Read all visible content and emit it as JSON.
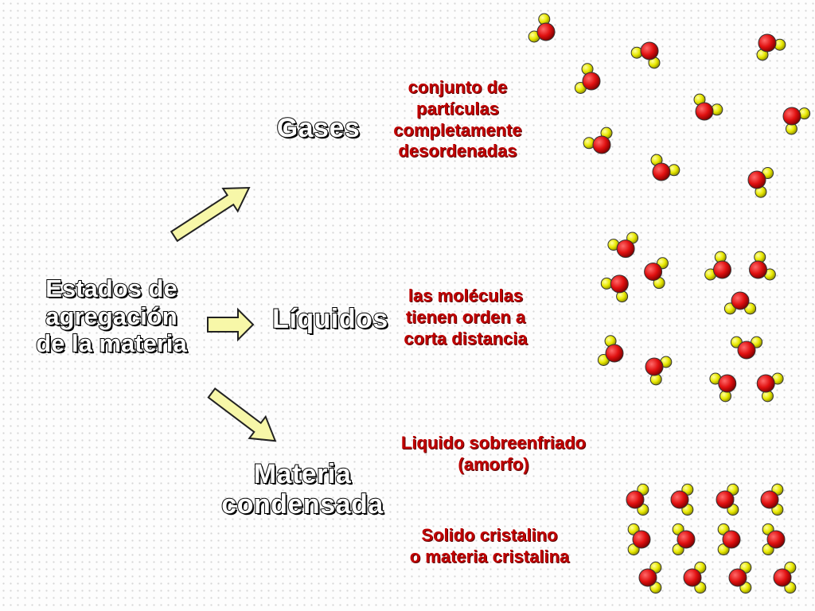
{
  "title_lines": [
    "Estados de",
    "agregación",
    "de la materia"
  ],
  "states": {
    "gases": {
      "label": "Gases",
      "description": [
        "conjunto de",
        "partículas",
        "completamente",
        "desordenadas"
      ]
    },
    "liquidos": {
      "label": "Líquidos",
      "description": [
        "las moléculas",
        "tienen orden a",
        "corta distancia"
      ]
    },
    "condensada": {
      "label_lines": [
        "Materia",
        "condensada"
      ],
      "amorfo": [
        "Liquido sobreenfriado",
        "(amorfo)"
      ],
      "cristalino": [
        "Solido cristalino",
        "o materia cristalina"
      ]
    }
  },
  "colors": {
    "arrow_fill": "#f7f7a8",
    "atom_red": "#e01010",
    "atom_yellow": "#e8e800",
    "description_red": "#c00000"
  }
}
